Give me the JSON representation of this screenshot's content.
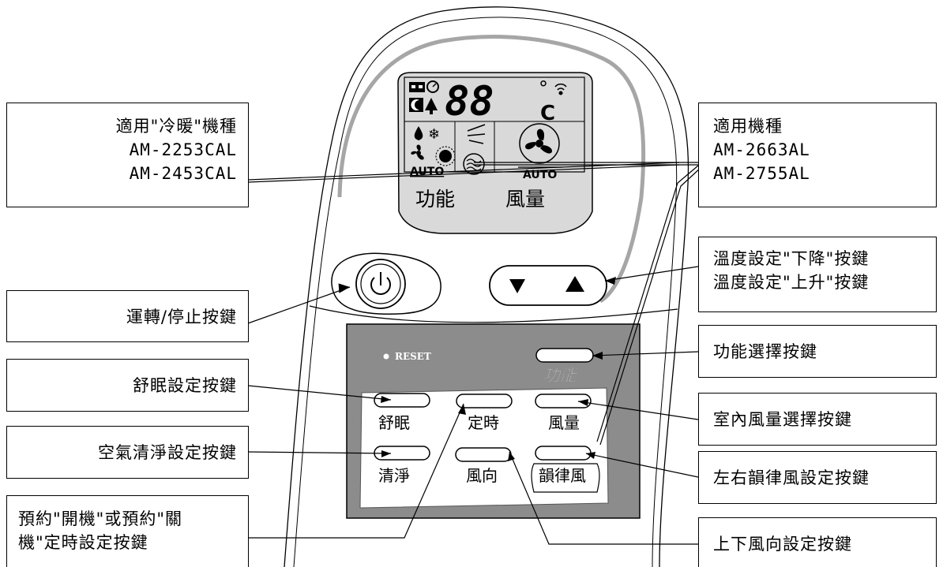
{
  "lcd": {
    "temp_digits": "88",
    "temp_degree": "°",
    "temp_unit": "C",
    "auto_left": "AUTO",
    "auto_right": "AUTO",
    "func_label": "功能",
    "fan_label": "風量"
  },
  "panel": {
    "reset_label": "RESET",
    "function_button_label": "功能",
    "buttons": {
      "sleep": "舒眠",
      "timer": "定時",
      "fan_speed": "風量",
      "clean": "清淨",
      "direction": "風向",
      "swing": "韻律風"
    }
  },
  "callouts": {
    "left_models": [
      "適用\"冷暖\"機種",
      "AM-2253CAL",
      "AM-2453CAL"
    ],
    "power": "運轉/停止按鍵",
    "sleep_setting": "舒眠設定按鍵",
    "clean_setting": "空氣清淨設定按鍵",
    "timer_setting": [
      "預約\"開機\"或預約\"關",
      "機\"定時設定按鍵"
    ],
    "right_models": [
      "適用機種",
      "AM-2663AL",
      "AM-2755AL"
    ],
    "temp_buttons": [
      "溫度設定\"下降\"按鍵",
      "溫度設定\"上升\"按鍵"
    ],
    "function_select": "功能選擇按鍵",
    "fan_select": "室內風量選擇按鍵",
    "swing_setting": "左右韻律風設定按鍵",
    "direction_setting": "上下風向設定按鍵"
  }
}
